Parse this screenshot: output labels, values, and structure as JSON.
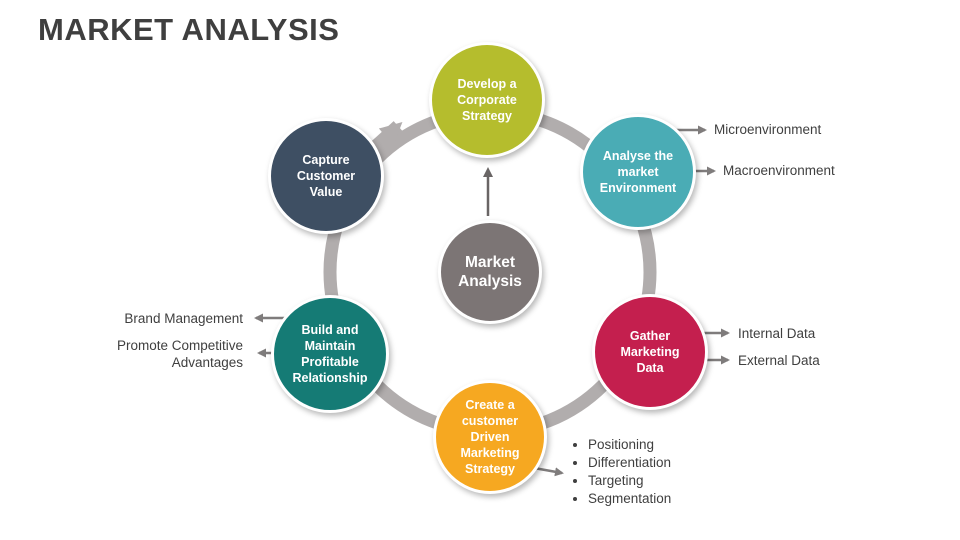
{
  "slide": {
    "title": "MARKET ANALYSIS"
  },
  "center": {
    "label": "Market Analysis",
    "color": "#7c7575"
  },
  "nodes": [
    {
      "id": "develop-corporate-strategy",
      "label": "Develop a Corporate Strategy",
      "color": "#b5bd2d"
    },
    {
      "id": "analyse-market-environment",
      "label": "Analyse the market Environment",
      "color": "#4aacb5",
      "callouts": [
        "Microenvironment",
        "Macroenvironment"
      ]
    },
    {
      "id": "gather-marketing-data",
      "label": "Gather Marketing Data",
      "color": "#c41f4e",
      "callouts": [
        "Internal Data",
        "External Data"
      ]
    },
    {
      "id": "create-customer-driven-marketing-strategy",
      "label": "Create a customer Driven Marketing Strategy",
      "color": "#f6a821",
      "bullets": [
        "Positioning",
        "Differentiation",
        "Targeting",
        "Segmentation"
      ]
    },
    {
      "id": "build-maintain-profitable-relationship",
      "label": "Build and Maintain Profitable Relationship",
      "color": "#157b75",
      "callouts": [
        "Brand Management",
        "Promote Competitive Advantages"
      ]
    },
    {
      "id": "capture-customer-value",
      "label": "Capture Customer Value",
      "color": "#3e4f63"
    }
  ],
  "colors": {
    "title": "#3f3f3f",
    "label_text": "#3f3f3f",
    "ring": "#b1adad",
    "connector": "#7f7c7c",
    "center_arrow": "#696565"
  }
}
